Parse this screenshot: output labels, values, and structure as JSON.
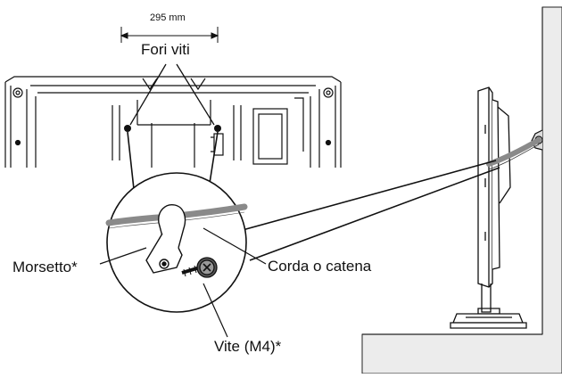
{
  "labels": {
    "dimension": "295 mm",
    "screw_holes": "Fori viti",
    "clamp": "Morsetto*",
    "cord": "Corda o catena",
    "screw": "Vite (M4)*"
  },
  "colors": {
    "line": "#111111",
    "cord": "#8a8a8a",
    "wall_fill": "#e8e8e8",
    "panel_dark": "#2a2a2a"
  }
}
